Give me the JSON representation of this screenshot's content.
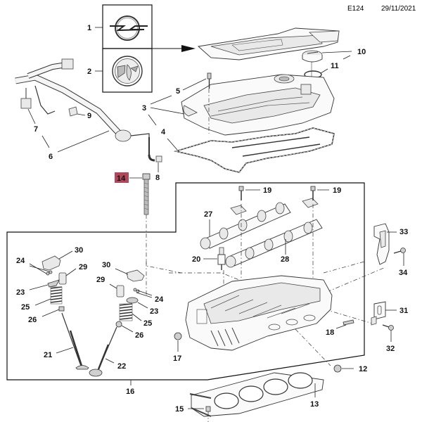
{
  "header": {
    "code": "E124",
    "date": "29/11/2021"
  },
  "highlight_color": "#b0475a",
  "callouts": {
    "c1": "1",
    "c2": "2",
    "c3": "3",
    "c4": "4",
    "c5": "5",
    "c6": "6",
    "c7": "7",
    "c8": "8",
    "c9": "9",
    "c10": "10",
    "c11": "11",
    "c12": "12",
    "c13": "13",
    "c14": "14",
    "c15": "15",
    "c16": "16",
    "c17": "17",
    "c18": "18",
    "c19a": "19",
    "c19b": "19",
    "c20": "20",
    "c21": "21",
    "c22": "22",
    "c23a": "23",
    "c23b": "23",
    "c24a": "24",
    "c24b": "24",
    "c25a": "25",
    "c25b": "25",
    "c26a": "26",
    "c26b": "26",
    "c27": "27",
    "c28": "28",
    "c29a": "29",
    "c29b": "29",
    "c30a": "30",
    "c30b": "30",
    "c31": "31",
    "c32": "32",
    "c33": "33",
    "c34": "34"
  },
  "highlighted_part": "14",
  "parts": [
    {
      "id": "opel-emblem",
      "icon": "opel-logo-icon"
    },
    {
      "id": "vauxhall-emblem",
      "icon": "vauxhall-griffin-icon"
    }
  ]
}
